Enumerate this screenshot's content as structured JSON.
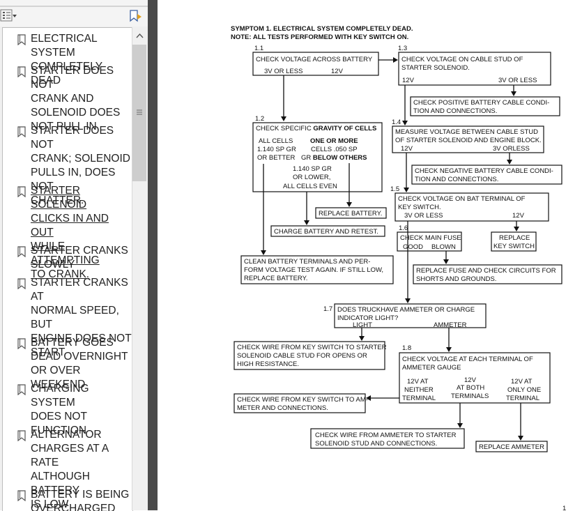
{
  "sidebar": {
    "toolbar": {
      "options_icon": "bookmark-options-icon",
      "dropdown_icon": "chevron-down-icon",
      "expand_icon": "expand-bookmark-icon"
    },
    "bookmarks": [
      {
        "label": "ELECTRICAL SYSTEM\nCOMPLETELY DEAD"
      },
      {
        "label": "STARTER DOES NOT\nCRANK AND\nSOLENOID DOES\nNOT PULL IN"
      },
      {
        "label": "STARTER DOES NOT\nCRANK; SOLENOID\nPULLS IN, DOES NOT\nCHATTER."
      },
      {
        "label": "STARTER SOLENOID\nCLICKS IN AND OUT\nWHILE ATTEMPTING\nTO CRANK."
      },
      {
        "label": "STARTER CRANKS\nSLOWLY"
      },
      {
        "label": "STARTER CRANKS AT\nNORMAL SPEED, BUT\nENGINE DOES NOT\nSTART"
      },
      {
        "label": "BATTERY GOES\nDEAD OVERNIGHT\nOR OVER WEEKEND"
      },
      {
        "label": "CHARGING SYSTEM\nDOES NOT\nFUNCTION"
      },
      {
        "label": "ALTERNATOR\nCHARGES AT A RATE\nALTHOUGH BATTERY\nIS LOW"
      },
      {
        "label": "BATTERY IS BEING\nOVERCHARGED"
      }
    ]
  },
  "doc": {
    "heading1": "SYMPTOM 1. ELECTRICAL SYSTEM COMPLETELY DEAD.",
    "heading2": "NOTE: ALL TESTS PERFORMED WITH KEY SWITCH ON.",
    "s1_1": {
      "num": "1.1",
      "title": "CHECK VOLTAGE ACROSS BATTERY",
      "left": "3V OR LESS",
      "right": "12V"
    },
    "s1_3": {
      "num": "1.3",
      "line1": "CHECK  VOLTAGE  ON  CABLE  STUD  OF",
      "line2": "STARTER SOLENOID.",
      "left": "12V",
      "right": "3V OR LESS"
    },
    "pos_cable": {
      "line1": "CHECK  POSITIVE  BATTERY  CABLE  CONDI-",
      "line2": "TION AND CONNECTIONS."
    },
    "s1_2": {
      "num": "1.2",
      "title_a": "CHECK SPECIFIC ",
      "title_b": "GRAVITY OF CELLS",
      "c1": "ALL CELLS",
      "c2": "1.140 SP GR",
      "c3": "OR BETTER",
      "d1": "ONE OR MORE",
      "d2": "CELLS .050 SP",
      "d3a": "GR ",
      "d3b": "BELOW OTHERS",
      "e1": "1.140 SP GR",
      "e2": "OR LOWER,",
      "e3": "ALL CELLS EVEN"
    },
    "s1_4": {
      "num": "1.4",
      "line1": "MEASURE VOLTAGE BETWEEN CABLE STUD",
      "line2": "OF STARTER SOLENOID AND ENGINE BLOCK.",
      "left": "12V",
      "right": "3V ORLESS"
    },
    "neg_cable": {
      "line1": "CHECK  NEGATIVE  BATTERY  CABLE  CONDI-",
      "line2": "TION AND CONNECTIONS."
    },
    "replace_battery": "REPLACE BATTERY.",
    "charge_battery": "CHARGE BATTERY AND RETEST.",
    "s1_5": {
      "num": "1.5",
      "line1": "CHECK  VOLTAGE  ON  BAT  TERMINAL  OF",
      "line2": "KEY SWITCH.",
      "left": "3V OR LESS",
      "right": "12V"
    },
    "s1_6": {
      "num": "1.6",
      "title": "CHECK MAIN FUSE",
      "left": "GOOD",
      "right": "BLOWN"
    },
    "replace_key": {
      "line1": "REPLACE",
      "line2": "KEY SWITCH"
    },
    "clean_battery": {
      "line1": "CLEAN  BATTERY  TERMINALS  AND  PER-",
      "line2": "FORM VOLTAGE TEST AGAIN. IF STILL LOW,",
      "line3": "REPLACE BATTERY."
    },
    "replace_fuse": {
      "line1": "REPLACE  FUSE  AND  CHECK CIRCUITS FOR",
      "line2": "SHORTS AND GROUNDS."
    },
    "s1_7": {
      "num": "1.7",
      "line1": "DOES  TRUCKHAVE  AMMETER  OR  CHARGE",
      "line2": "INDICATOR LIGHT?",
      "left": "LIGHT",
      "right": "AMMETER"
    },
    "wire_key": {
      "line1": "CHECK WIRE FROM KEY SWITCH TO STARTER",
      "line2": "SOLENOID  CABLE  STUD  FOR  OPENS  OR",
      "line3": "HIGH RESISTANCE."
    },
    "s1_8": {
      "num": "1.8",
      "line1": "CHECK  VOLTAGE  AT  EACH  TERMINAL  OF",
      "line2": "AMMETER GAUGE",
      "a1": "12V AT",
      "a2": "NEITHER",
      "a3": "TERMINAL",
      "b1": "12V",
      "b2": "AT BOTH",
      "b3": "TERMINALS",
      "c1": "12V AT",
      "c2": "ONLY ONE",
      "c3": "TERMINAL"
    },
    "wire_ammeter": {
      "line1": "CHECK  WIRE  FROM  KEY  SWITCH  TO  AM-",
      "line2": "METER AND CONNECTIONS."
    },
    "wire_starter": {
      "line1": "CHECK  WIRE  FROM  AMMETER  TO  STARTER",
      "line2": "SOLENOID STUD AND CONNECTIONS."
    },
    "replace_ammeter": "REPLACE AMMETER",
    "page_mark": "1"
  }
}
